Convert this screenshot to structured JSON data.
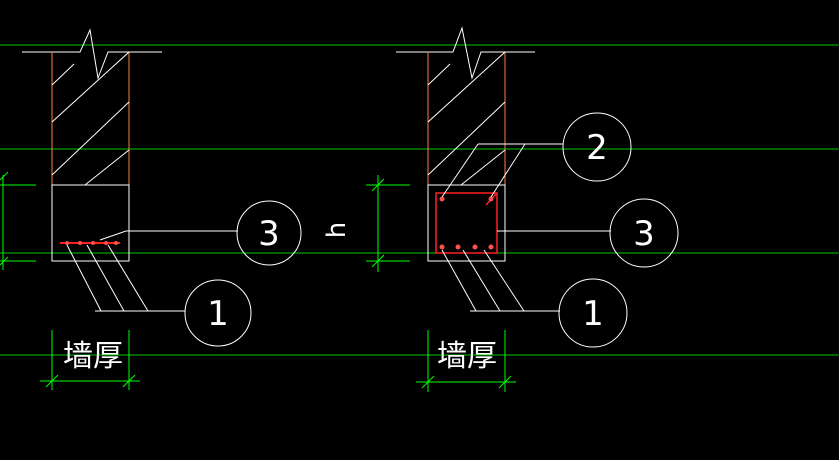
{
  "colors": {
    "background": "#000000",
    "grid": "#00c800",
    "outline": "#ffffff",
    "wall_edge": "#ff8040",
    "rebar": "#ff2020",
    "rebar_dot": "#ff5050",
    "dimension": "#00ff00"
  },
  "labels": {
    "left_wall_thickness": "墙厚",
    "right_wall_thickness": "墙厚",
    "height_symbol": "h"
  },
  "callouts": {
    "left_1": "1",
    "left_3": "3",
    "right_1": "1",
    "right_2": "2",
    "right_3": "3"
  }
}
